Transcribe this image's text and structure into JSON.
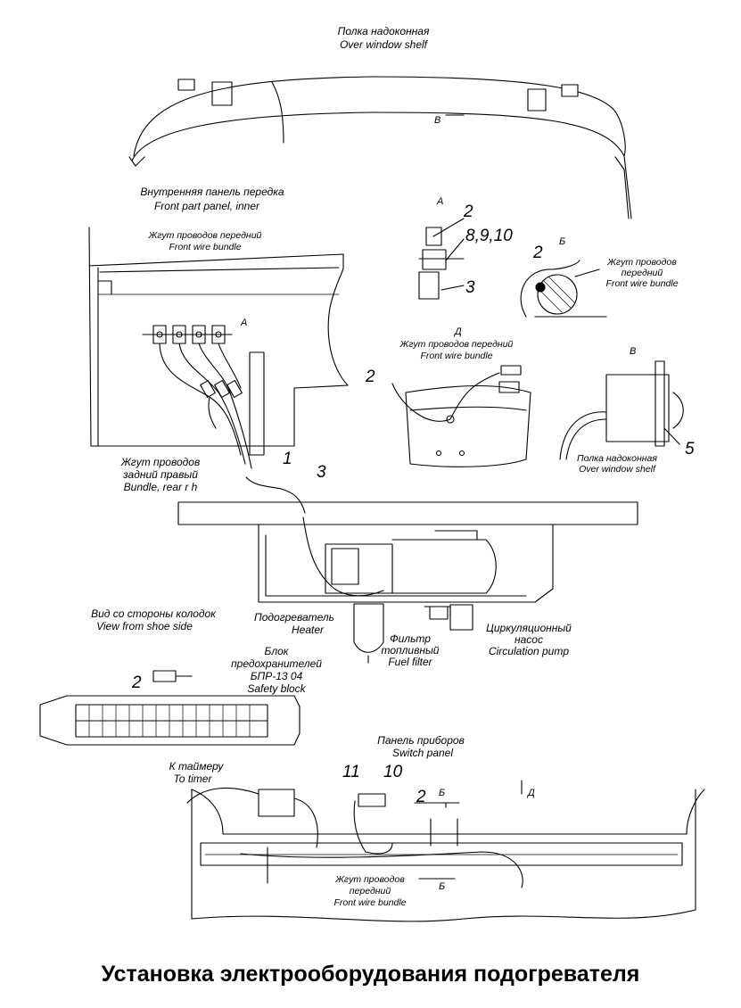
{
  "title": "Установка электрооборудования подогревателя",
  "labels": {
    "shelf_ru": "Полка надоконная",
    "shelf_en": "Over window shelf",
    "view_B_top": "В",
    "inner_panel_ru": "Внутренняя панель передка",
    "inner_panel_en": "Front part panel, inner",
    "harness_front_ru": "Жгут проводов передний",
    "harness_front_en": "Front wire bundle",
    "marker_A_panel": "А",
    "view_A": "А",
    "view_A_num_2": "2",
    "view_A_num_8910": "8,9,10",
    "view_A_num_3": "3",
    "view_Bsh": "Б",
    "view_Bsh_num_2": "2",
    "view_Bsh_harness_ru_1": "Жгут проводов",
    "view_Bsh_harness_ru_2": "передний",
    "view_Bsh_harness_en": "Front wire bundle",
    "view_D": "Д",
    "view_D_harness_ru": "Жгут проводов передний",
    "view_D_harness_en": "Front wire bundle",
    "view_D_num_2": "2",
    "view_V": "В",
    "view_V_num_5": "5",
    "view_V_shelf_ru": "Полка надоконная",
    "view_V_shelf_en": "Over window shelf",
    "rear_harness_ru_1": "Жгут проводов",
    "rear_harness_ru_2": "задний правый",
    "rear_harness_en": "Bundle, rear r h",
    "num_1": "1",
    "num_3": "3",
    "heater_ru": "Подогреватель",
    "heater_en": "Heater",
    "filter_ru_1": "Фильтр",
    "filter_ru_2": "топливный",
    "filter_en": "Fuel filter",
    "pump_ru_1": "Циркуляционный",
    "pump_ru_2": "насос",
    "pump_en": "Circulation pump",
    "shoe_view_ru": "Вид со стороны колодок",
    "shoe_view_en": "View from shoe side",
    "fuse_ru_1": "Блок",
    "fuse_ru_2": "предохранителей",
    "fuse_code": "БПР-13 04",
    "fuse_en": "Safety block",
    "fuse_num_2": "2",
    "switch_panel_ru": "Панель приборов",
    "switch_panel_en": "Switch panel",
    "timer_ru": "К таймеру",
    "timer_en": "To timer",
    "num_11": "11",
    "num_10": "10",
    "dash_num_2": "2",
    "cut_B_top": "Б",
    "cut_B_bottom": "Б",
    "arrow_D": "Д",
    "dash_harness_ru_1": "Жгут проводов",
    "dash_harness_ru_2": "передний",
    "dash_harness_en": "Front wire bundle"
  }
}
